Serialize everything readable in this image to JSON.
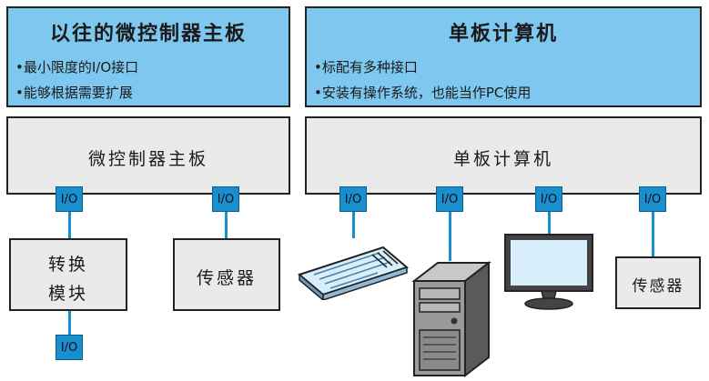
{
  "left_panel": {
    "title": "以往的微控制器主板",
    "lines": [
      "•最小限度的I/O接口",
      "•能够根据需要扩展"
    ]
  },
  "right_panel": {
    "title": "单板计算机",
    "lines": [
      "•标配有多种接口",
      "•安装有操作系统，也能当作PC使用"
    ]
  },
  "left_board": {
    "label": "微控制器主板"
  },
  "right_board": {
    "label": "单板计算机"
  },
  "io_label": "I/O",
  "converter": {
    "line1": "转换",
    "line2": "模块"
  },
  "sensor_left": {
    "label": "传感器"
  },
  "sensor_right": {
    "label": "传感器"
  },
  "icons": [
    "keyboard-icon",
    "pc-tower-icon",
    "monitor-icon"
  ],
  "colors": {
    "panel_blue": "#7ec8f0",
    "io_blue": "#1a8fd0",
    "box_grey": "#eaeaea"
  }
}
